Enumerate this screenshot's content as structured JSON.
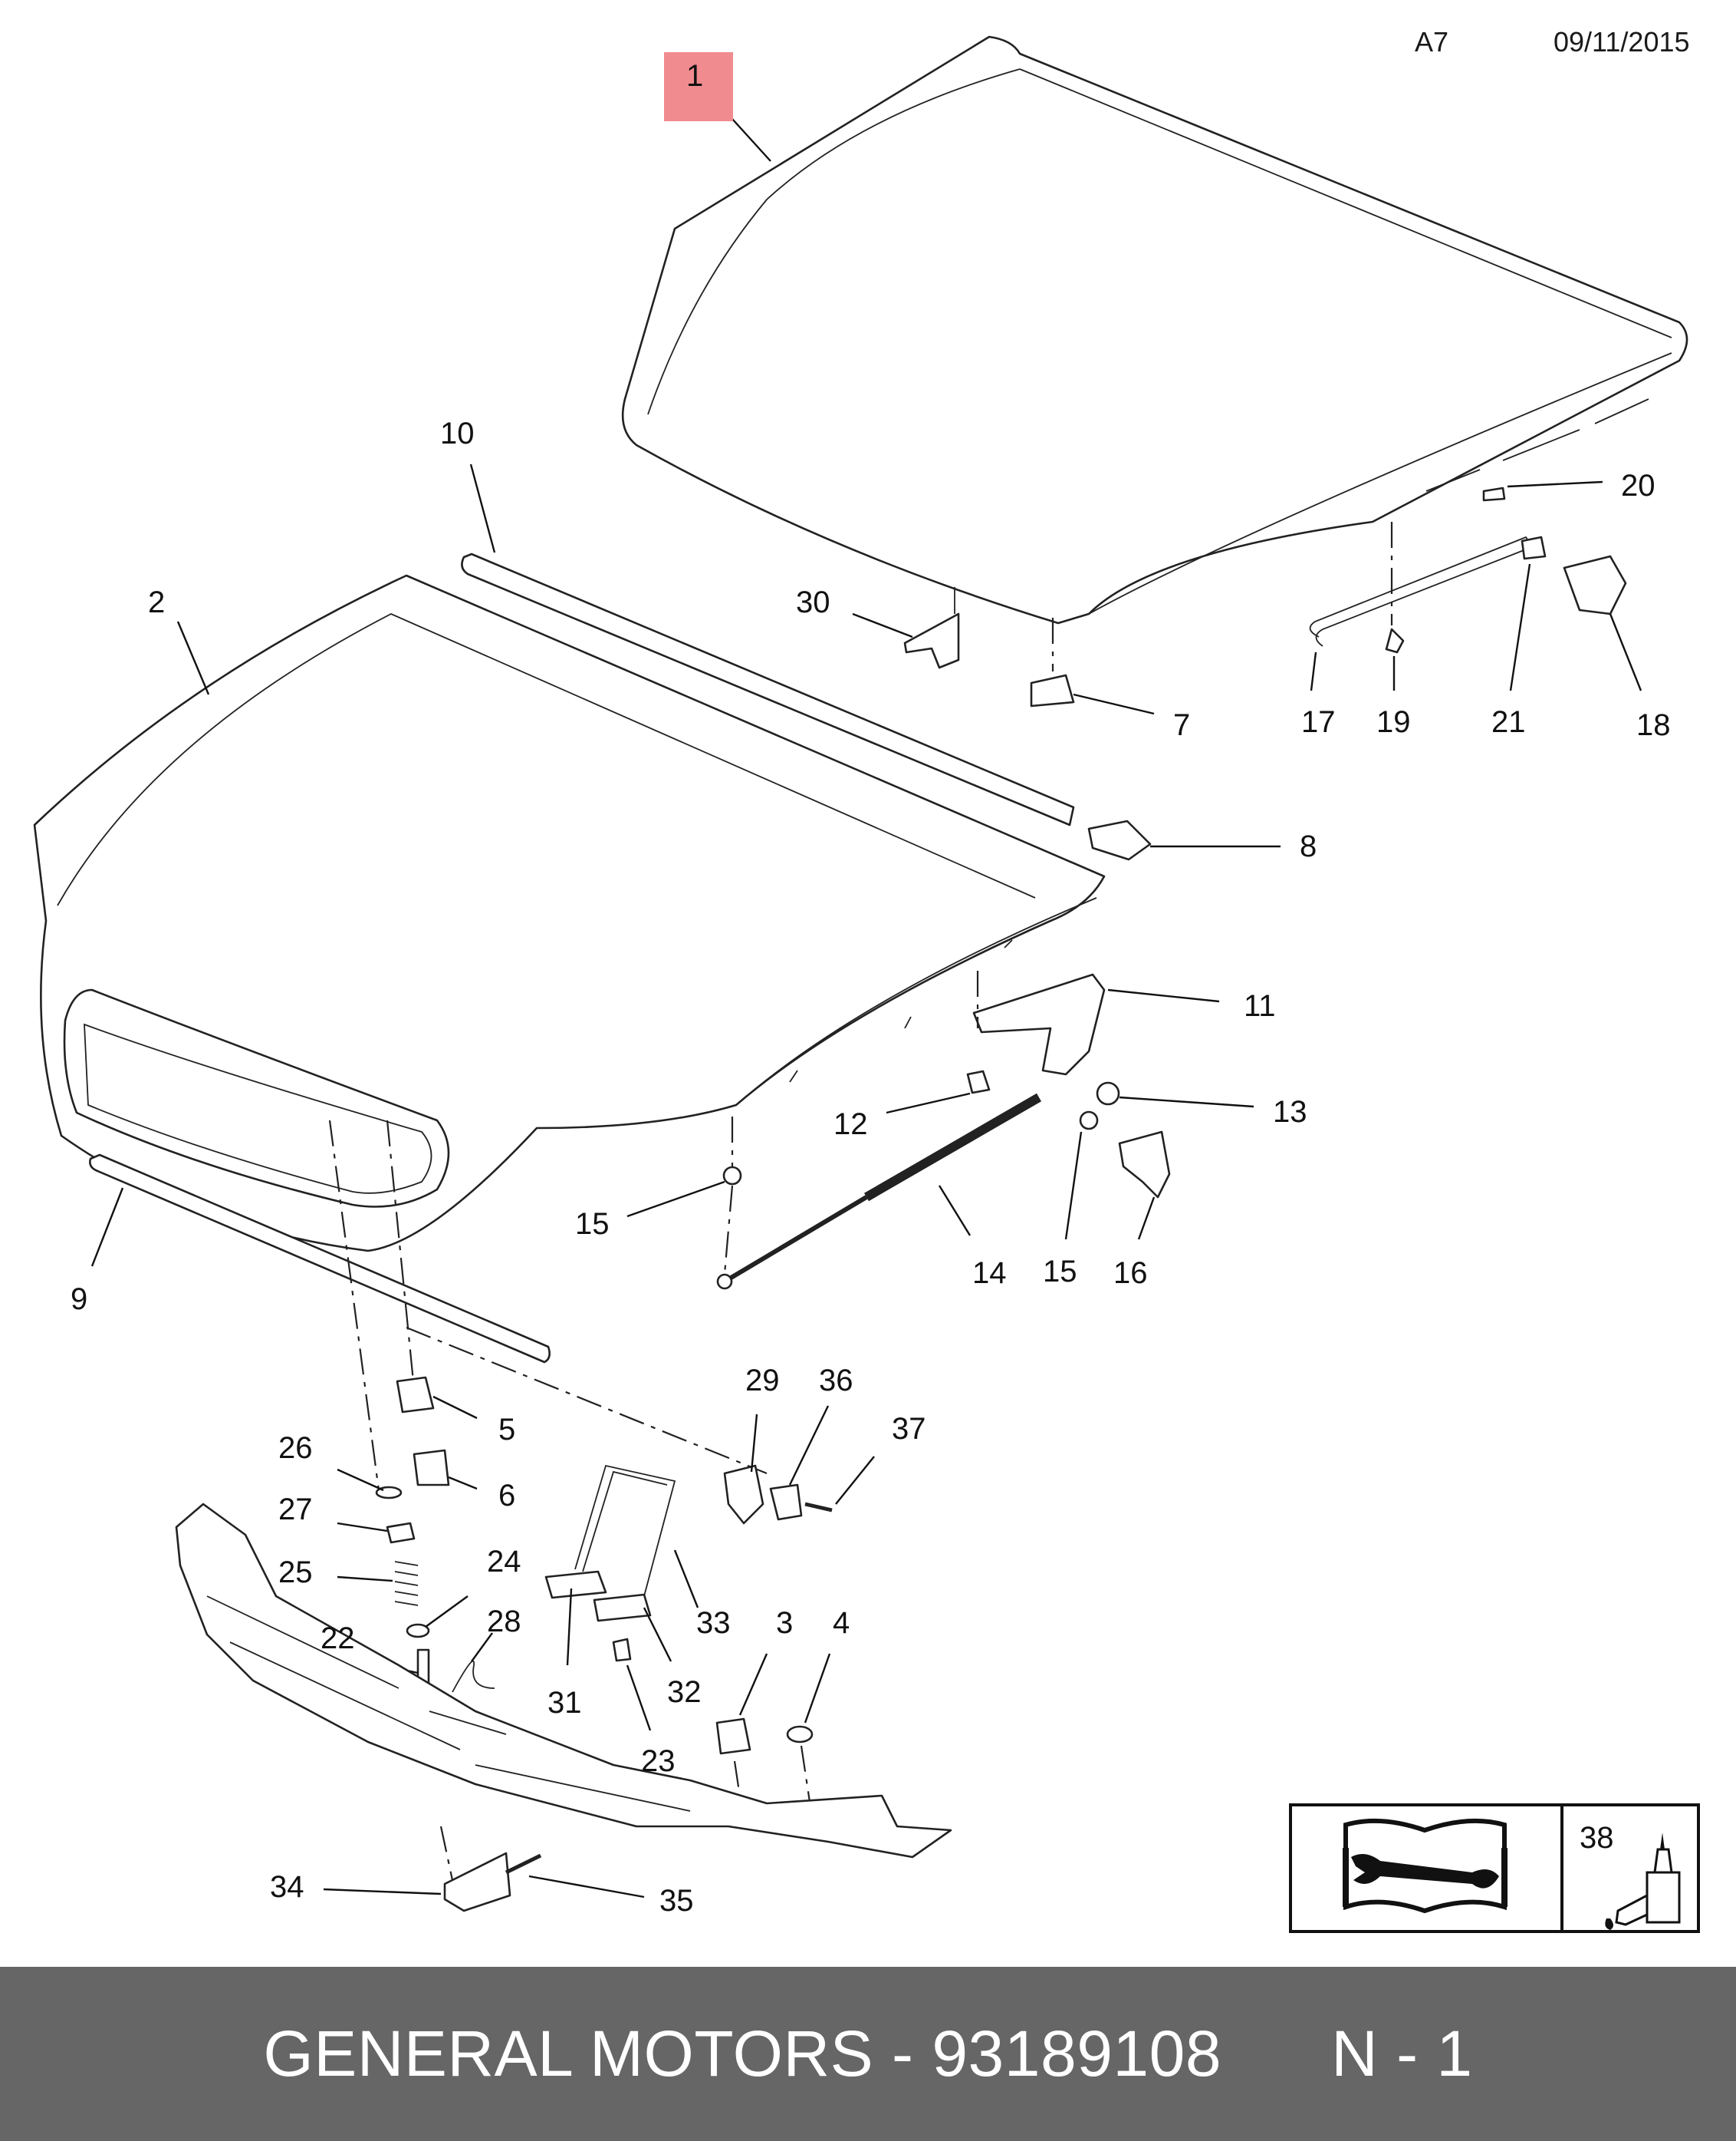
{
  "header": {
    "page_code": "A7",
    "date": "09/11/2015"
  },
  "callouts": [
    {
      "id": "1",
      "highlighted": true
    },
    {
      "id": "2"
    },
    {
      "id": "3"
    },
    {
      "id": "4"
    },
    {
      "id": "5"
    },
    {
      "id": "6"
    },
    {
      "id": "7"
    },
    {
      "id": "8"
    },
    {
      "id": "9"
    },
    {
      "id": "10"
    },
    {
      "id": "11"
    },
    {
      "id": "12"
    },
    {
      "id": "13"
    },
    {
      "id": "14"
    },
    {
      "id": "15"
    },
    {
      "id": "16"
    },
    {
      "id": "17"
    },
    {
      "id": "18"
    },
    {
      "id": "19"
    },
    {
      "id": "20"
    },
    {
      "id": "21"
    },
    {
      "id": "22"
    },
    {
      "id": "23"
    },
    {
      "id": "24"
    },
    {
      "id": "25"
    },
    {
      "id": "26"
    },
    {
      "id": "27"
    },
    {
      "id": "28"
    },
    {
      "id": "29"
    },
    {
      "id": "30"
    },
    {
      "id": "31"
    },
    {
      "id": "32"
    },
    {
      "id": "33"
    },
    {
      "id": "34"
    },
    {
      "id": "35"
    },
    {
      "id": "36"
    },
    {
      "id": "37"
    },
    {
      "id": "38"
    }
  ],
  "legend": {
    "manual_icon": "manual-wrench-icon",
    "adhesive_callout": "38",
    "adhesive_icon": "adhesive-bottle-icon"
  },
  "highlight_color": "#f08b8f",
  "footer": {
    "text": "GENERAL MOTORS - 93189108      N - 1",
    "background": "#666666"
  }
}
